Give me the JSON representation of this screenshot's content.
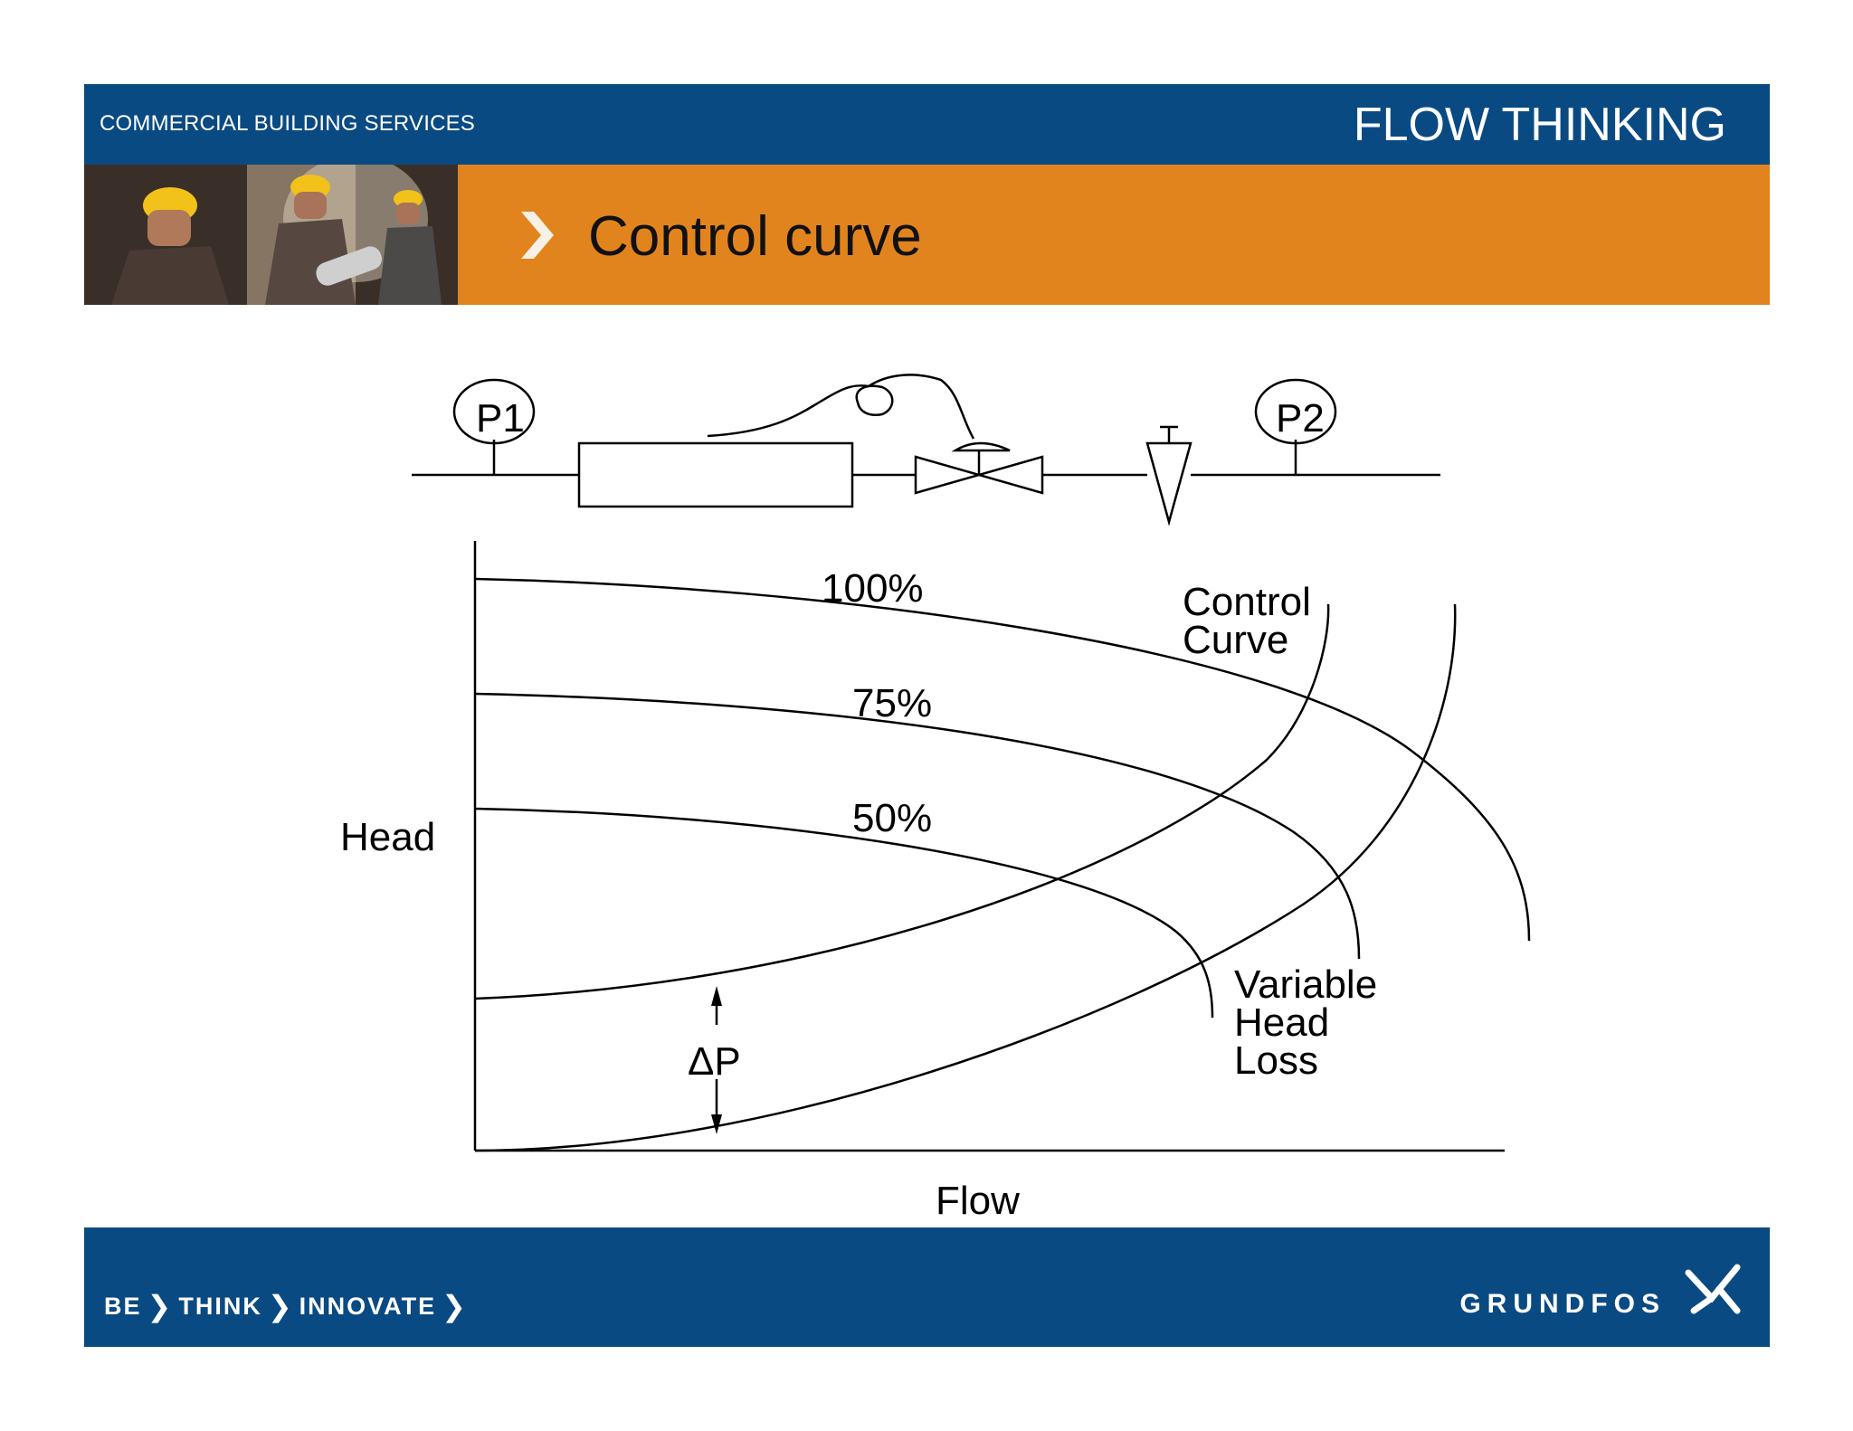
{
  "header": {
    "section_label": "COMMERCIAL BUILDING SERVICES",
    "brand_title": "FLOW THINKING",
    "slide_title": "Control curve"
  },
  "schematic": {
    "gauge_left": "P1",
    "gauge_right": "P2"
  },
  "graph": {
    "y_axis_label": "Head",
    "x_axis_label": "Flow",
    "curve_labels": {
      "speed_100": "100%",
      "speed_75": "75%",
      "speed_50": "50%",
      "control_curve_line1": "Control",
      "control_curve_line2": "Curve",
      "variable_line1": "Variable",
      "variable_line2": "Head",
      "variable_line3": "Loss"
    },
    "delta_p": "ΔP"
  },
  "footer": {
    "tagline": [
      "BE",
      "THINK",
      "INNOVATE"
    ],
    "logo": "GRUNDFOS"
  },
  "colors": {
    "band_blue": "#0a4a83",
    "band_orange": "#e2841e"
  }
}
